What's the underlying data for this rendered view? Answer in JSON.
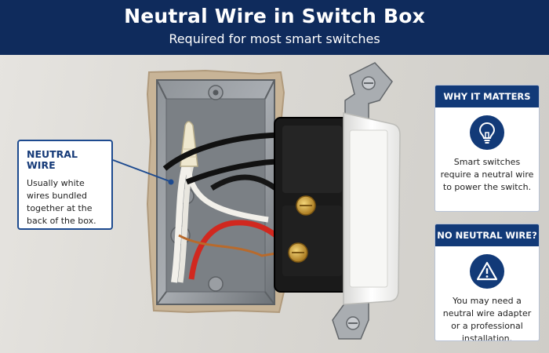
{
  "header": {
    "title": "Neutral Wire in Switch Box",
    "subtitle": "Required for most smart switches"
  },
  "callout": {
    "title": "NEUTRAL WIRE",
    "text": "Usually white wires bundled together at the back of the box."
  },
  "cards": [
    {
      "title": "WHY IT MATTERS",
      "icon": "lightbulb-icon",
      "text": "Smart switches require a neutral wire to power the switch."
    },
    {
      "title": "NO NEUTRAL WIRE?",
      "icon": "warning-icon",
      "text": "You may need a neutral wire adapter or a professional installation."
    }
  ],
  "colors": {
    "navy": "#0f2b5c",
    "accent": "#123a78",
    "wire_red": "#d1281f",
    "wire_black": "#111111",
    "wire_white": "#f2f0ea",
    "copper": "#b86a2c",
    "brass": "#c9a13a"
  }
}
